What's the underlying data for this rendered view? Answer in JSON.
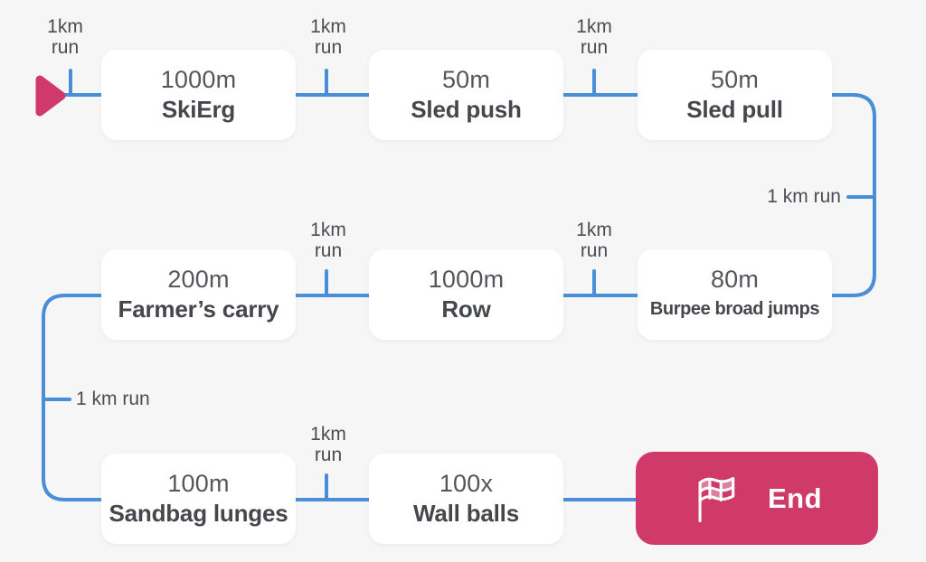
{
  "palette": {
    "background": "#f6f6f7",
    "box_background": "#ffffff",
    "line_blue": "#4a8ed8",
    "accent_pink": "#cf3a6a",
    "station_text": "#46474c",
    "label_text": "#4c4d52",
    "end_text": "#ffffff"
  },
  "start_marker": {
    "icon": "start-triangle",
    "color": "#cf3a6a"
  },
  "run_label": {
    "top": "1km",
    "bottom": "run",
    "inline": "1 km run"
  },
  "stations": [
    {
      "id": "skierg",
      "value": "1000m",
      "name": "SkiErg"
    },
    {
      "id": "sled-push",
      "value": "50m",
      "name": "Sled push"
    },
    {
      "id": "sled-pull",
      "value": "50m",
      "name": "Sled pull"
    },
    {
      "id": "burpee-broad-jumps",
      "value": "80m",
      "name": "Burpee broad jumps"
    },
    {
      "id": "row",
      "value": "1000m",
      "name": "Row"
    },
    {
      "id": "farmers-carry",
      "value": "200m",
      "name": "Farmer’s carry"
    },
    {
      "id": "sandbag-lunges",
      "value": "100m",
      "name": "Sandbag lunges"
    },
    {
      "id": "wall-balls",
      "value": "100x",
      "name": "Wall balls"
    }
  ],
  "end": {
    "label": "End",
    "icon": "checkered-flag"
  }
}
